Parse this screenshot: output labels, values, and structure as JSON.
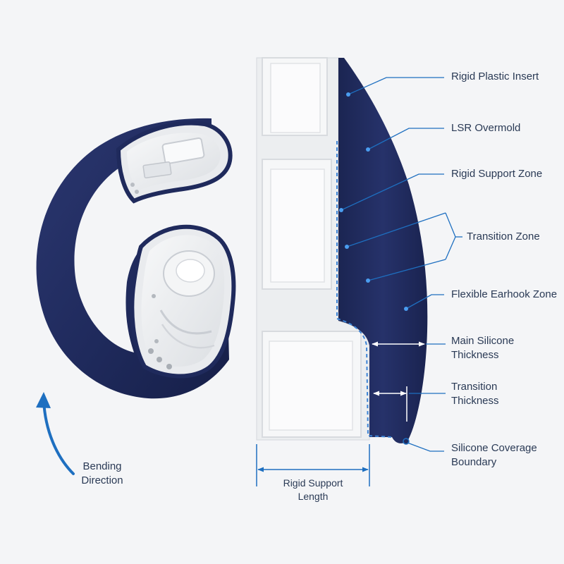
{
  "colors": {
    "background": "#f4f5f7",
    "silicone_navy": "#1f2a5c",
    "insert_white": "#eef0f2",
    "callout_blue": "#1e6fc0",
    "label_text": "#2a3a55"
  },
  "labels": {
    "rigid_plastic_insert": "Rigid Plastic Insert",
    "lsr_overmold": "LSR Overmold",
    "rigid_support_zone": "Rigid Support Zone",
    "transition_zone": "Transition Zone",
    "flexible_earhook_zone": "Flexible Earhook Zone",
    "main_silicone_thickness": {
      "line1": "Main Silicone",
      "line2": "Thickness"
    },
    "transition_thickness": {
      "line1": "Transition",
      "line2": "Thickness"
    },
    "silicone_coverage_boundary": {
      "line1": "Silicone Coverage",
      "line2": "Boundary"
    },
    "rigid_support_length": {
      "line1": "Rigid Support",
      "line2": "Length"
    },
    "bending_direction": {
      "line1": "Bending",
      "line2": "Direction"
    }
  },
  "icons": {
    "bending_arrow": "curved-arrow-up-icon"
  }
}
